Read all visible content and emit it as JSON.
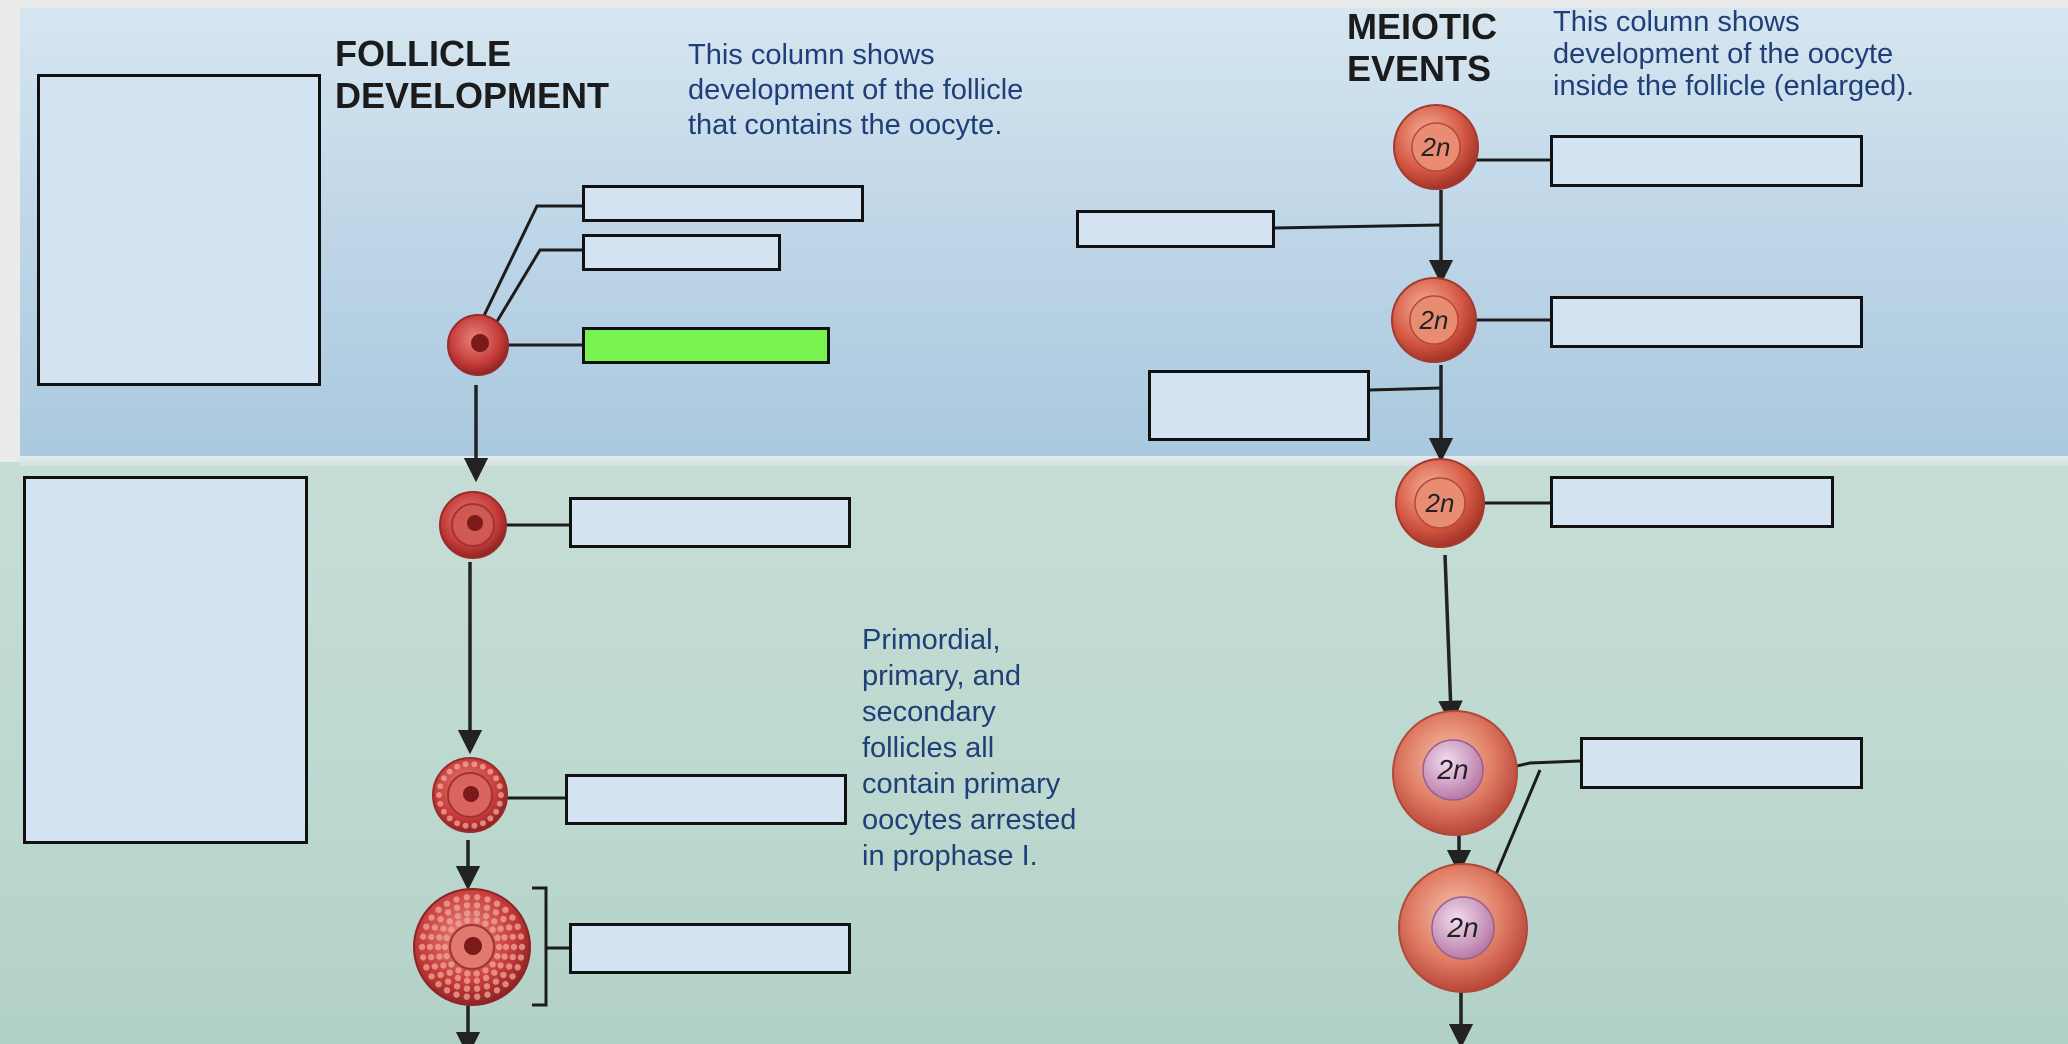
{
  "follicle_column": {
    "heading_line1": "FOLLICLE",
    "heading_line2": "DEVELOPMENT",
    "note_lines": [
      "This column shows",
      "development of the follicle",
      "that contains the oocyte."
    ]
  },
  "meiotic_column": {
    "heading_line1": "MEIOTIC",
    "heading_line2": "EVENTS",
    "note_lines": [
      "This column shows",
      "development of the oocyte",
      "inside the follicle (enlarged)."
    ]
  },
  "middle_note": {
    "lines": [
      "Primordial,",
      "primary, and",
      "secondary",
      "follicles all",
      "contain primary",
      "oocytes arrested",
      "in prophase I."
    ]
  },
  "oocyte_label": "2n",
  "colors": {
    "label_box_fill": "#d4e3f2",
    "highlighted_box_fill": "#77f24f",
    "top_band": "#bcd4e6",
    "bottom_band": "#bcd8cf",
    "note_text": "#1f3f78",
    "follicle_red": "#c0393a"
  }
}
